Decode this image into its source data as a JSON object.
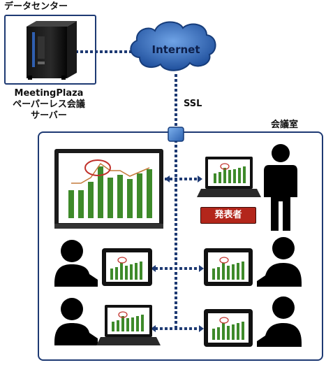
{
  "labels": {
    "datacenter": "データセンター",
    "server_line1": "MeetingPlaza",
    "server_line2": "ペーパーレス会議",
    "server_line3": "サーバー",
    "internet": "Internet",
    "ssl": "SSL",
    "conference_room": "会議室",
    "presenter": "発表者"
  },
  "colors": {
    "frame_border": "#1e3a73",
    "link_dots": "#1e3a73",
    "cloud_fill": "#2f66b8",
    "bar_fill": "#3e8a2a",
    "badge_fill": "#b3261b",
    "person": "#000000"
  },
  "icons": {
    "server": "server-tower-icon",
    "cloud": "internet-cloud-icon",
    "hub": "network-hub-icon",
    "laptop": "laptop-icon",
    "monitor": "monitor-icon",
    "person": "person-icon"
  }
}
